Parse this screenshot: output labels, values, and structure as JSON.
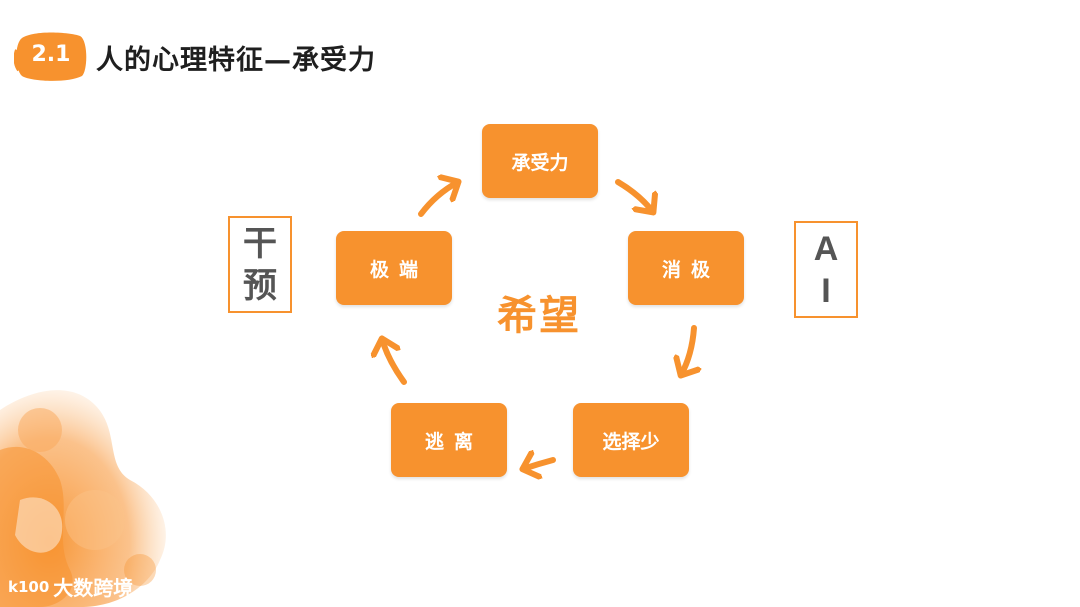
{
  "header": {
    "section_number": "2.1",
    "title": "人的心理特征—承受力"
  },
  "diagram": {
    "center": "希望",
    "nodes": [
      {
        "label": "承受力"
      },
      {
        "label": "消极"
      },
      {
        "label": "选择少"
      },
      {
        "label": "逃离"
      },
      {
        "label": "极端"
      }
    ],
    "left_box": [
      "干",
      "预"
    ],
    "right_box": [
      "A",
      "I"
    ]
  },
  "watermark": {
    "logo": "k100",
    "text": "大数跨境"
  },
  "colors": {
    "accent": "#f7922e",
    "title": "#1f1f1f",
    "side_text": "#555555"
  }
}
